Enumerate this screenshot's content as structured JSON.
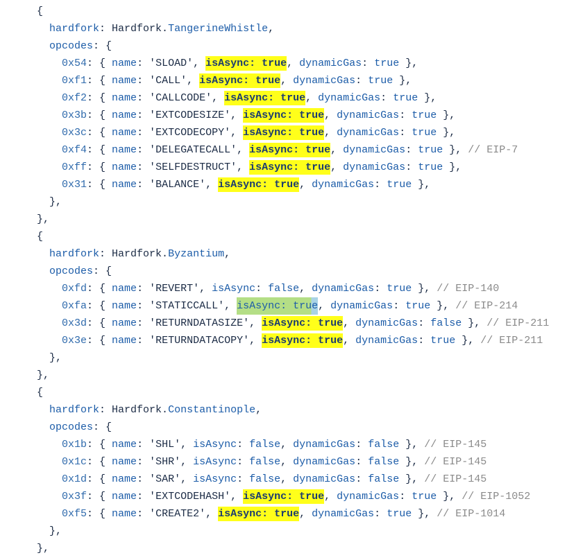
{
  "groups": [
    {
      "hardfork": "TangerineWhistle",
      "opcodes": [
        {
          "op": "0x54",
          "name": "SLOAD",
          "isAsync": "true",
          "dynamicGas": "true",
          "hl": "yellow"
        },
        {
          "op": "0xf1",
          "name": "CALL",
          "isAsync": "true",
          "dynamicGas": "true",
          "hl": "yellow"
        },
        {
          "op": "0xf2",
          "name": "CALLCODE",
          "isAsync": "true",
          "dynamicGas": "true",
          "hl": "yellow"
        },
        {
          "op": "0x3b",
          "name": "EXTCODESIZE",
          "isAsync": "true",
          "dynamicGas": "true",
          "hl": "yellow"
        },
        {
          "op": "0x3c",
          "name": "EXTCODECOPY",
          "isAsync": "true",
          "dynamicGas": "true",
          "hl": "yellow"
        },
        {
          "op": "0xf4",
          "name": "DELEGATECALL",
          "isAsync": "true",
          "dynamicGas": "true",
          "hl": "yellow",
          "comment": "// EIP-7"
        },
        {
          "op": "0xff",
          "name": "SELFDESTRUCT",
          "isAsync": "true",
          "dynamicGas": "true",
          "hl": "yellow"
        },
        {
          "op": "0x31",
          "name": "BALANCE",
          "isAsync": "true",
          "dynamicGas": "true",
          "hl": "yellow"
        }
      ]
    },
    {
      "hardfork": "Byzantium",
      "opcodes": [
        {
          "op": "0xfd",
          "name": "REVERT",
          "isAsync": "false",
          "dynamicGas": "true",
          "comment": "// EIP-140"
        },
        {
          "op": "0xfa",
          "name": "STATICCALL",
          "isAsync": "true",
          "dynamicGas": "true",
          "hl": "green",
          "comment": "// EIP-214"
        },
        {
          "op": "0x3d",
          "name": "RETURNDATASIZE",
          "isAsync": "true",
          "dynamicGas": "false",
          "hl": "yellow",
          "comment": "// EIP-211"
        },
        {
          "op": "0x3e",
          "name": "RETURNDATACOPY",
          "isAsync": "true",
          "dynamicGas": "true",
          "hl": "yellow",
          "comment": "// EIP-211"
        }
      ]
    },
    {
      "hardfork": "Constantinople",
      "opcodes": [
        {
          "op": "0x1b",
          "name": "SHL",
          "isAsync": "false",
          "dynamicGas": "false",
          "comment": "// EIP-145"
        },
        {
          "op": "0x1c",
          "name": "SHR",
          "isAsync": "false",
          "dynamicGas": "false",
          "comment": "// EIP-145"
        },
        {
          "op": "0x1d",
          "name": "SAR",
          "isAsync": "false",
          "dynamicGas": "false",
          "comment": "// EIP-145"
        },
        {
          "op": "0x3f",
          "name": "EXTCODEHASH",
          "isAsync": "true",
          "dynamicGas": "true",
          "hl": "yellow",
          "comment": "// EIP-1052"
        },
        {
          "op": "0xf5",
          "name": "CREATE2",
          "isAsync": "true",
          "dynamicGas": "true",
          "hl": "yellow",
          "comment": "// EIP-1014"
        }
      ]
    }
  ]
}
